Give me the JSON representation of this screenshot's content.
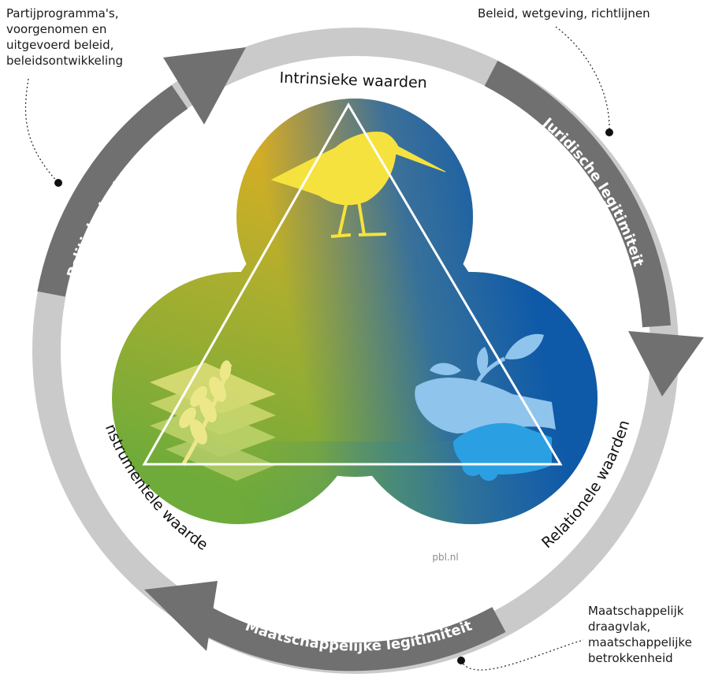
{
  "diagram": {
    "values": {
      "intrinsic": "Intrinsieke waarden",
      "instrumental": "Instrumentele waarden",
      "relational": "Relationele waarden"
    },
    "legitimacy": {
      "political": "Politieke legitimiteit",
      "legal": "Juridische legitimiteit",
      "societal": "Maatschappelijke legitimiteit"
    },
    "notes": {
      "political": [
        "Partijprogramma's,",
        "voorgenomen en",
        "uitgevoerd beleid,",
        "beleidsontwikkeling"
      ],
      "legal": [
        "Beleid, wetgeving, richtlijnen"
      ],
      "societal": [
        "Maatschappelijk",
        "draagvlak,",
        "maatschappelijke",
        "betrokkenheid"
      ]
    },
    "credit": "pbl.nl",
    "icons": {
      "intrinsic": "snipe-bird-icon",
      "instrumental": "wheat-and-layers-icon",
      "relational": "hands-with-plant-icon"
    },
    "colors": {
      "ring": "#c8c8c8",
      "arrow": "#6f6f6f",
      "intrinsic": "#e4ac21",
      "instrumental": "#6eab3a",
      "relational": "#1a62ad"
    }
  }
}
